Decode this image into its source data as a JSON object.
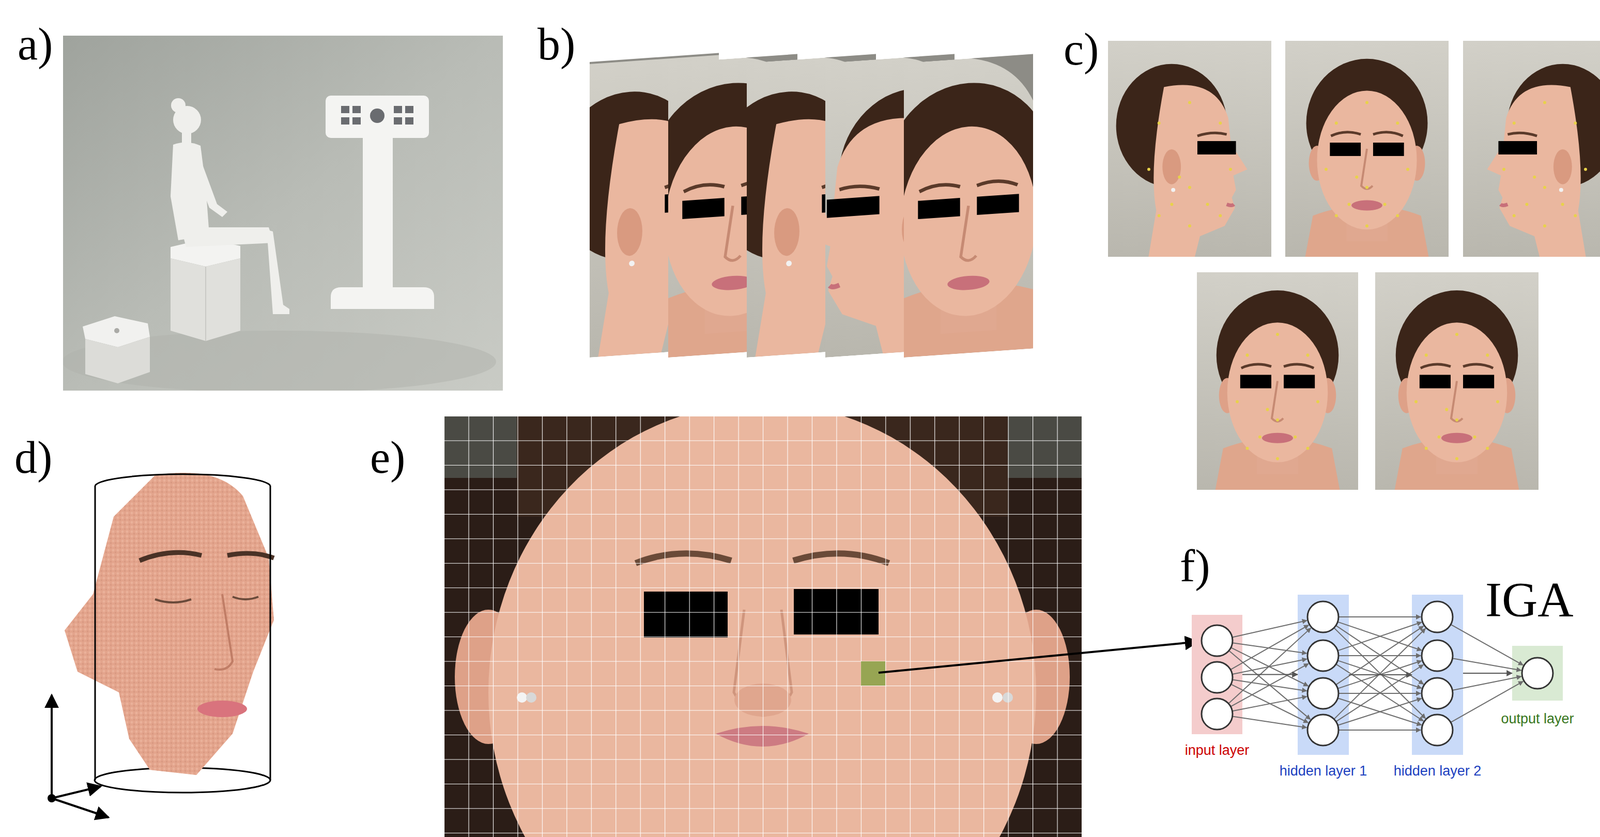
{
  "diagram": {
    "nodes": [
      {
        "text": [
          "input layer"
        ]
      },
      {
        "text": [
          "hidden layer 1"
        ]
      },
      {
        "text": [
          "hidden layer 2"
        ]
      },
      {
        "text": [
          "output layer"
        ]
      }
    ],
    "edges": [
      {
        "from": 0,
        "to": 1,
        "arrow": "to"
      },
      {
        "from": 1,
        "to": 2,
        "arrow": "to"
      },
      {
        "from": 2,
        "to": 3,
        "arrow": "to"
      }
    ],
    "labels": [
      "a)",
      "b)",
      "c)",
      "d)",
      "e)",
      "f)",
      "IGA"
    ]
  }
}
